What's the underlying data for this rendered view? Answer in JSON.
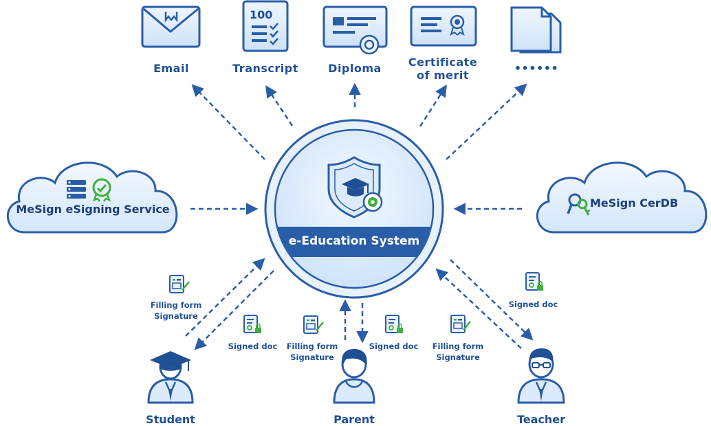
{
  "colors": {
    "primary": "#2a5da8",
    "dark": "#1f4f95",
    "light": "#dcebfb",
    "green": "#3fae3a",
    "band": "#2a5da8"
  },
  "documents": [
    {
      "label": "Email",
      "icon": "envelope-icon"
    },
    {
      "label": "Transcript",
      "icon": "transcript-icon",
      "badge": "100"
    },
    {
      "label": "Diploma",
      "icon": "diploma-icon"
    },
    {
      "label_line1": "Certificate",
      "label_line2": "of merit",
      "icon": "certificate-icon"
    },
    {
      "label": "••••••",
      "icon": "documents-icon"
    }
  ],
  "center": {
    "label": "e-Education System",
    "icon": "shield-graduation-icon"
  },
  "clouds": {
    "left": {
      "label": "MeSign eSigning Service",
      "icons": [
        "server-icon",
        "certified-badge-icon"
      ]
    },
    "right": {
      "label": "MeSign CerDB",
      "icons": [
        "search-key-icon"
      ]
    }
  },
  "people": [
    {
      "label": "Student",
      "icon": "student-icon"
    },
    {
      "label": "Parent",
      "icon": "parent-icon"
    },
    {
      "label": "Teacher",
      "icon": "teacher-icon"
    }
  ],
  "flows": {
    "student_up_line1": "Filling form",
    "student_up_line2": "Signature",
    "student_down": "Signed doc",
    "parent_up_line1": "Filling form",
    "parent_up_line2": "Signature",
    "parent_down": "Signed doc",
    "teacher_up_line1": "Filling form",
    "teacher_up_line2": "Signature",
    "teacher_down": "Signed doc"
  }
}
